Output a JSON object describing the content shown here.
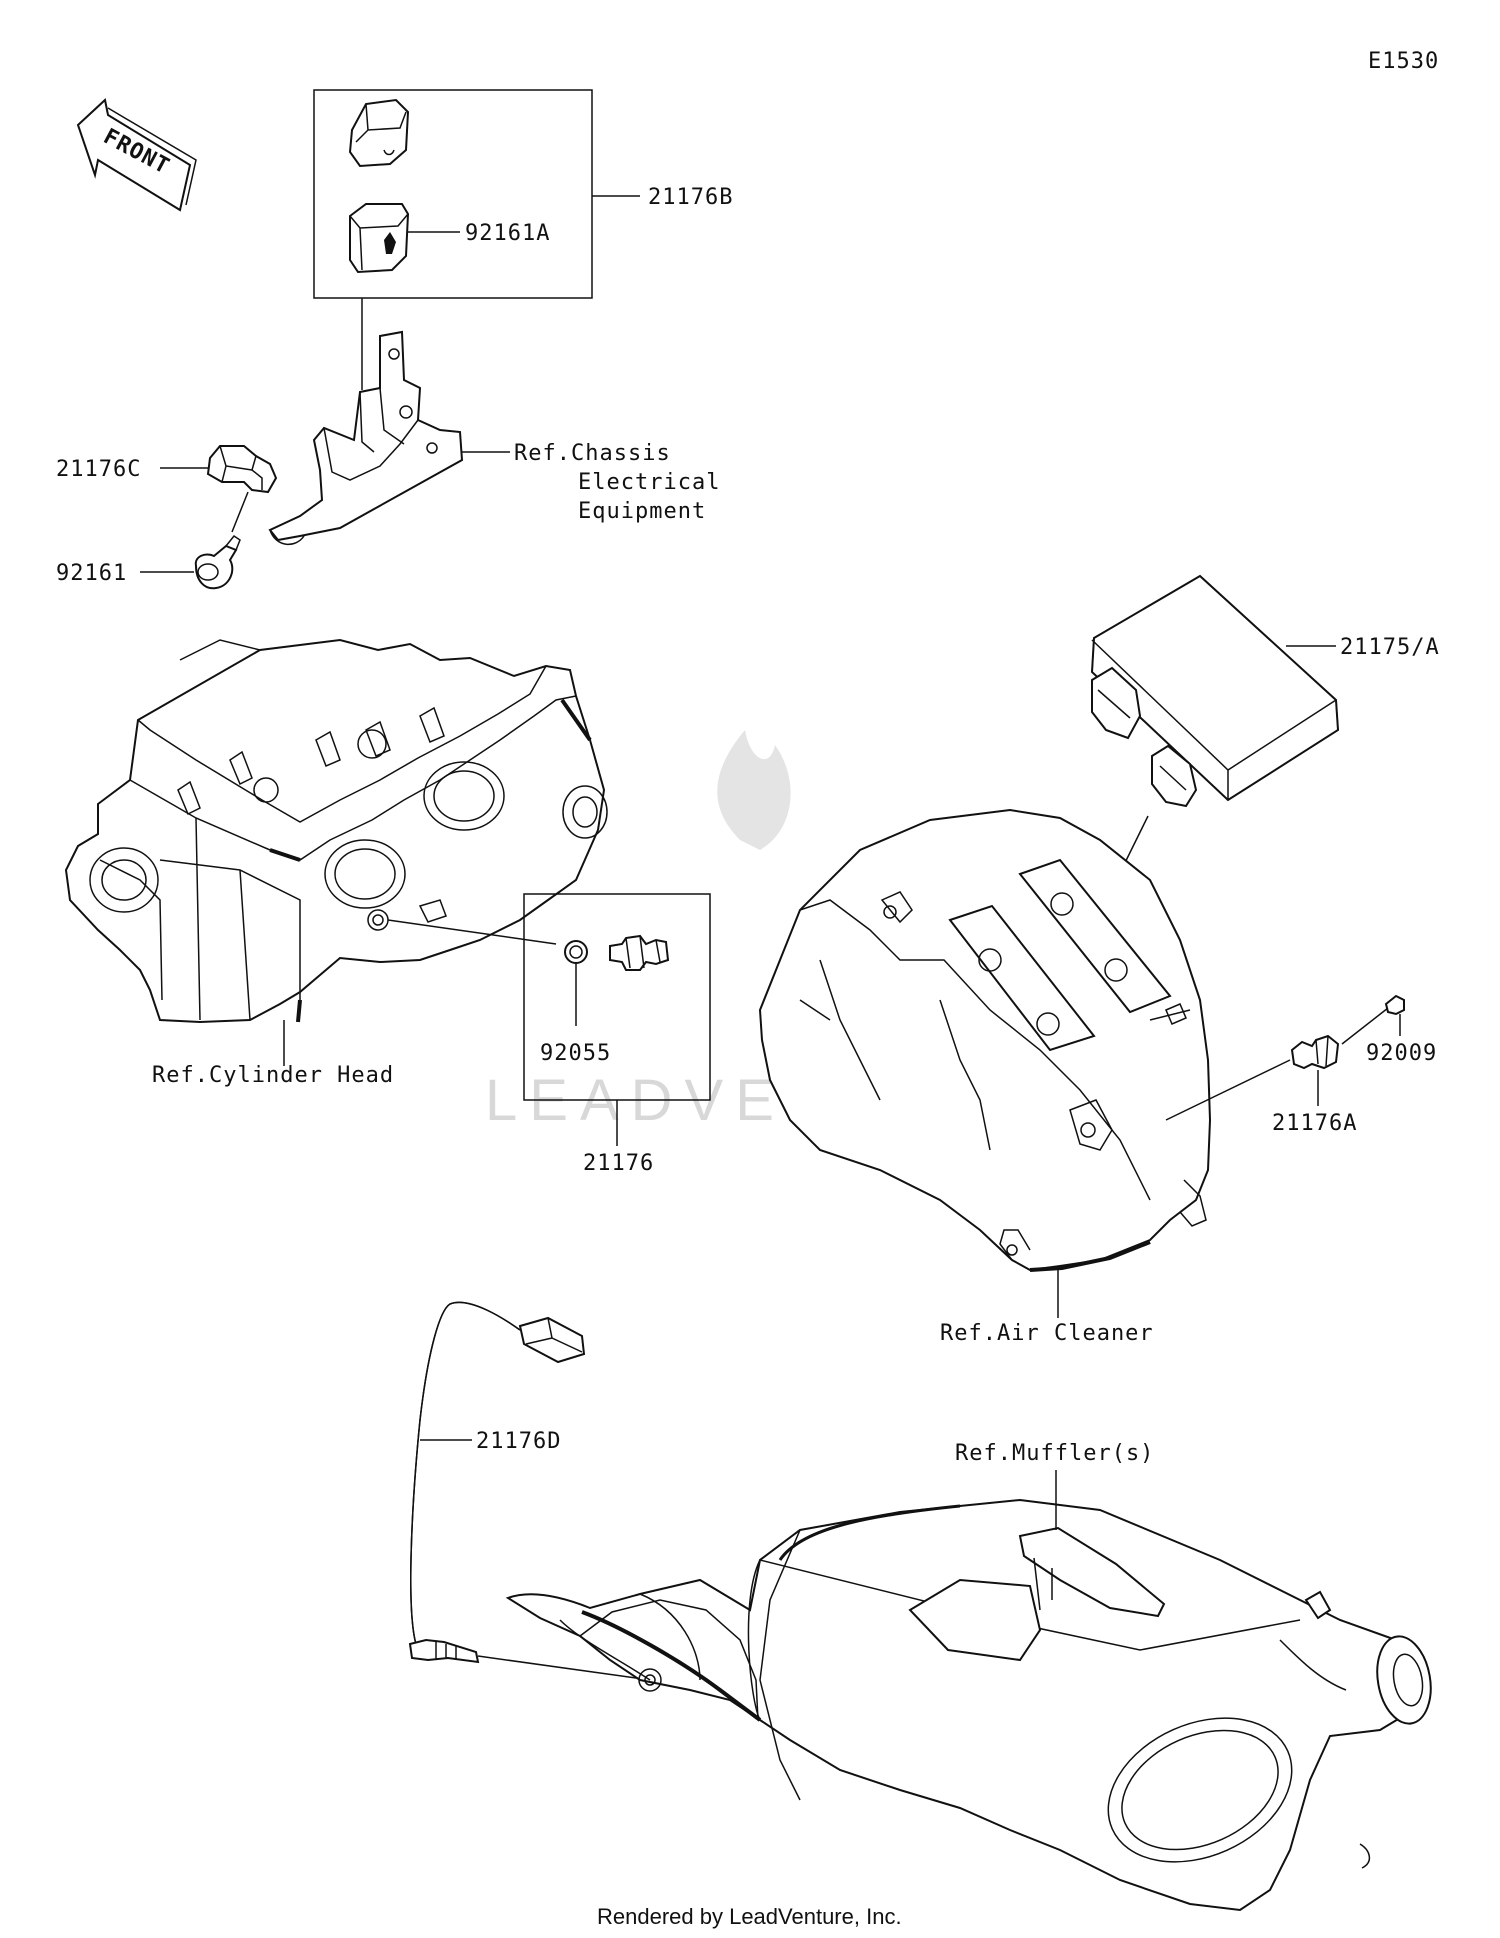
{
  "diagram_id": "E1530",
  "front_label": "FRONT",
  "footer": "Rendered by LeadVenture, Inc.",
  "watermark": "LEADVENTURE",
  "labels": {
    "p21176B": "21176B",
    "p92161A": "92161A",
    "p21176C": "21176C",
    "p92161": "92161",
    "ref_chassis_1": "Ref.Chassis",
    "ref_chassis_2": "Electrical",
    "ref_chassis_3": "Equipment",
    "p21175A": "21175/A",
    "ref_cylinder_head": "Ref.Cylinder Head",
    "p92055": "92055",
    "p21176": "21176",
    "p92009": "92009",
    "p21176A": "21176A",
    "ref_air_cleaner": "Ref.Air Cleaner",
    "p21176D": "21176D",
    "ref_mufflers": "Ref.Muffler(s)"
  }
}
